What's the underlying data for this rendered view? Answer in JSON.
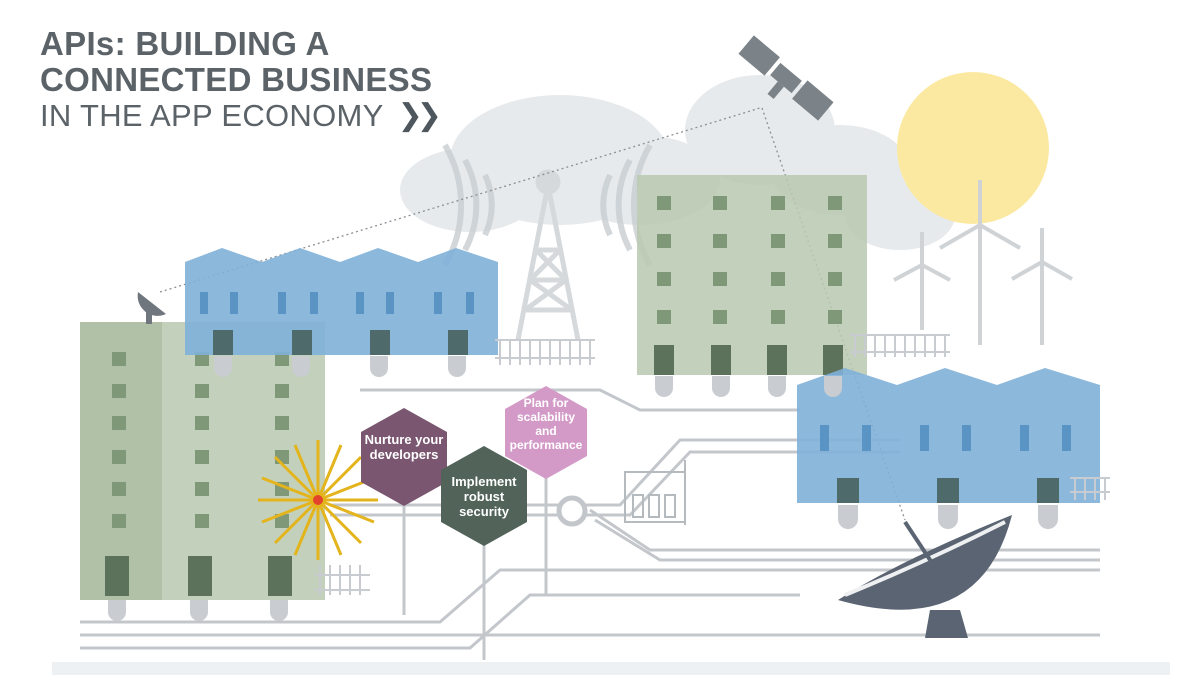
{
  "headline": {
    "line1": "APIs: BUILDING A",
    "line2": "CONNECTED BUSINESS",
    "line3": "IN THE APP ECONOMY",
    "chevron": "❯❯"
  },
  "hexagons": [
    {
      "label": "Nurture your developers",
      "color": "#7a5670"
    },
    {
      "label": "Implement robust security",
      "color": "#52645a"
    },
    {
      "label": "Plan for scalability and performance",
      "color": "#d39ac8"
    }
  ],
  "colors": {
    "green_building": "#b9c9b0",
    "blue_building": "#7fb0d8",
    "sun": "#fbe9a1",
    "cloud": "#e7eaec",
    "wire": "#c3c7cb",
    "dish": "#5b6472",
    "burst": "#e4b41c"
  },
  "icons": [
    "satellite-icon",
    "satellite-dish-icon",
    "radio-tower-icon",
    "wind-turbine-icon",
    "power-plug-icon",
    "transformer-icon",
    "sun-icon",
    "cloud-icon"
  ]
}
